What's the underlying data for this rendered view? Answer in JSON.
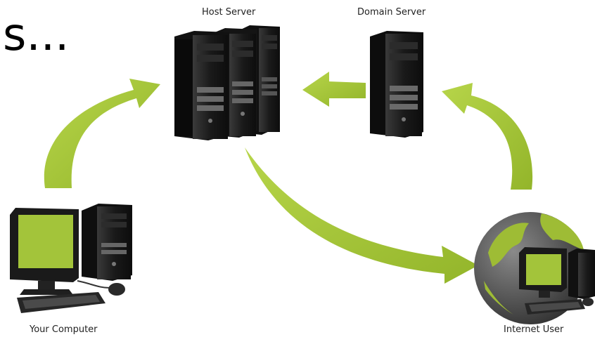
{
  "heading_fragment": "s...",
  "labels": {
    "host_server": "Host Server",
    "domain_server": "Domain Server",
    "your_computer": "Your Computer",
    "internet_user": "Internet User"
  },
  "colors": {
    "arrow": "#a9c93b",
    "arrow_dark": "#7f9a22",
    "server_body": "#1c1c1c",
    "screen": "#a3c43a",
    "globe_land": "#9ebc35",
    "globe_sea": "#4b4b4b"
  }
}
